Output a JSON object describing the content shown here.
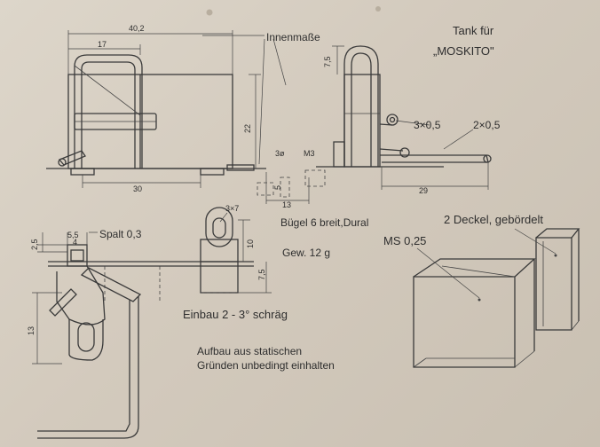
{
  "title": {
    "line1": "Tank für",
    "line2": "„MOSKITO\""
  },
  "labels": {
    "innenmasse": "Innenmaße",
    "spalt": "Spalt 0,3",
    "buegel": "Bügel 6 breit,Dural",
    "gewicht": "Gew. 12 g",
    "ms": "MS 0,25",
    "deckel": "2 Deckel, gebördelt",
    "einbau": "Einbau 2 - 3° schräg",
    "aufbau1": "Aufbau aus statischen",
    "aufbau2": "Gründen unbedingt einhalten",
    "tube_big": "3×0,5",
    "tube_small": "2×0,5"
  },
  "dimensions": {
    "d402": "40,2",
    "d17": "17",
    "d22": "22",
    "d30": "30",
    "d75_top": "7,5",
    "d29": "29",
    "d3phi": "3ø",
    "dM3": "M3",
    "d5": "5",
    "d13_mid": "13",
    "d3x7": "3×7",
    "d10": "10",
    "d75_mid": "7,5",
    "d25": "2,5",
    "d55": "5,5",
    "d4": "4",
    "d13_left": "13"
  }
}
